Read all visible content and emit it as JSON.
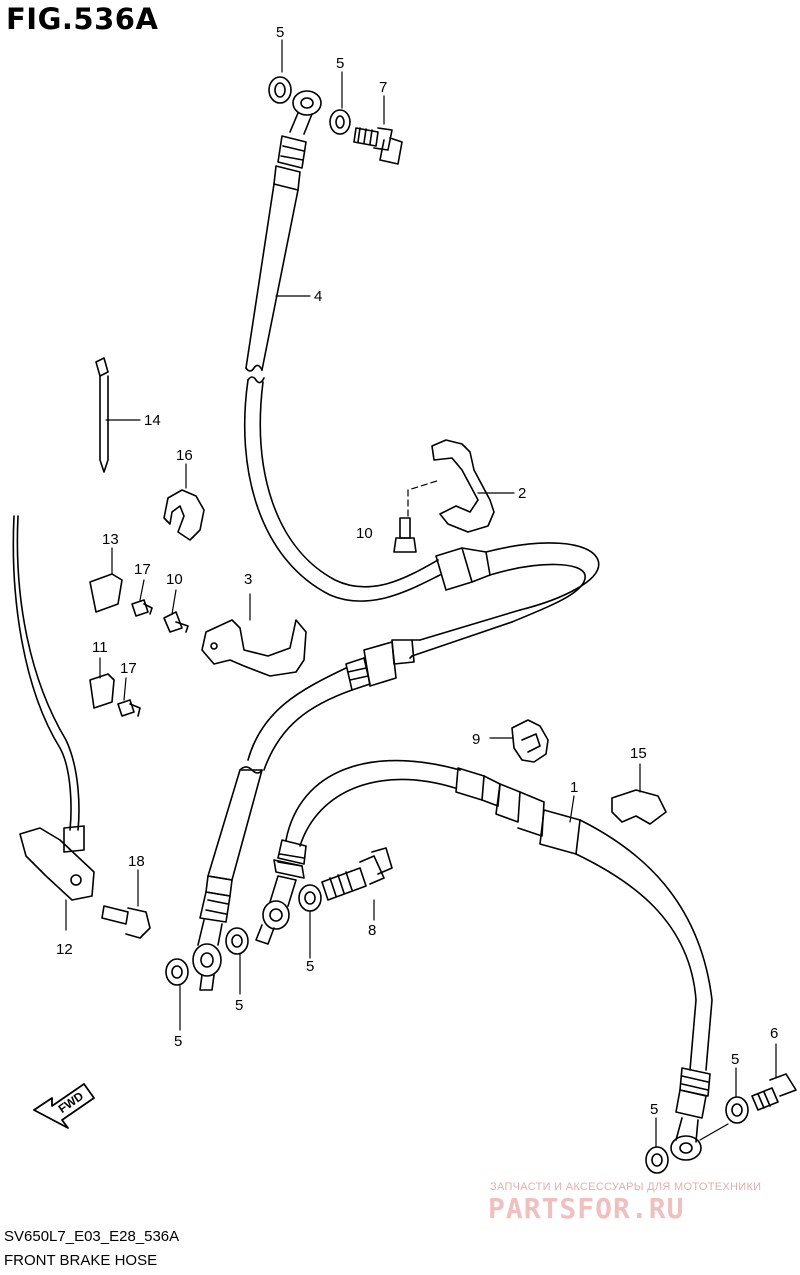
{
  "figure": {
    "title": "FIG.536A",
    "code": "SV650L7_E03_E28_536A",
    "name": "FRONT BRAKE HOSE",
    "fwd_label": "FWD"
  },
  "callouts": {
    "c1": "1",
    "c2": "2",
    "c3": "3",
    "c4": "4",
    "c5a": "5",
    "c5b": "5",
    "c5c": "5",
    "c5d": "5",
    "c5e": "5",
    "c5f": "5",
    "c5g": "5",
    "c6": "6",
    "c7": "7",
    "c8": "8",
    "c9": "9",
    "c10a": "10",
    "c10b": "10",
    "c11": "11",
    "c12": "12",
    "c13": "13",
    "c14": "14",
    "c15": "15",
    "c16": "16",
    "c17a": "17",
    "c17b": "17",
    "c18": "18"
  },
  "watermark": {
    "line1": "ЗАПЧАСТИ И АКСЕССУАРЫ ДЛЯ МОТОТЕХНИКИ",
    "line2": "PARTSFOR.RU"
  }
}
